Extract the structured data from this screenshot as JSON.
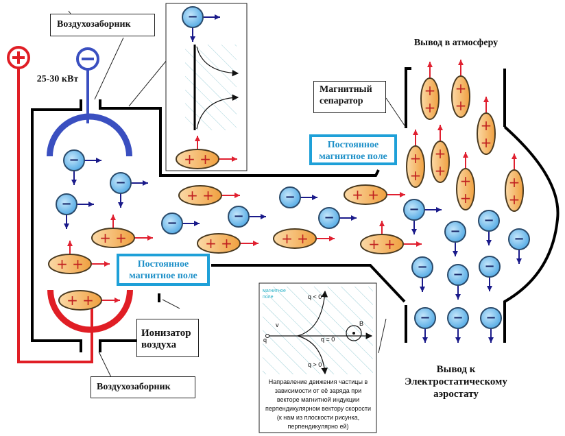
{
  "labels": {
    "air_intake_top": "Воздухозаборник",
    "air_intake_bottom": "Воздухозаборник",
    "power": "25-30 кВт",
    "plus_terminal": "+",
    "minus_terminal": "−",
    "magnetic_field_top": [
      "Постоянное",
      "магнитное поле"
    ],
    "magnetic_field_bottom": [
      "Постоянное",
      "магнитное поле"
    ],
    "magnetic_separator": [
      "Магнитный",
      "сепаратор"
    ],
    "ionizer": [
      "Ионизатор",
      "воздуха"
    ],
    "outlet_atmosphere": "Вывод в атмосферу",
    "outlet_balloon": [
      "Вывод к",
      "Электростатическому",
      "аэростату"
    ]
  },
  "inset_right": {
    "corner_text": [
      "магнитное",
      "поле"
    ],
    "v_label": "v",
    "q_label": "q",
    "b_label": "B",
    "q_neg": "q < 0",
    "q_zero": "q = 0",
    "q_pos": "q > 0",
    "caption": [
      "Направление движения частицы в",
      "зависимости от её заряда при",
      "векторе магнитной индукции",
      "перпендикулярном вектору скорости",
      "(к нам из плоскости рисунка,",
      "перпендикулярно ей)"
    ]
  },
  "particles": {
    "negative_sign": "−",
    "positive_sign": "+ +",
    "positive_vertical_sign": "+"
  },
  "colors": {
    "anode_red": "#e01e25",
    "cathode_blue": "#3a4fc0",
    "ion_negative_fill": "#7ec4ee",
    "ion_positive_fill": "#f5b060",
    "arrow_red": "#e02030",
    "arrow_navy": "#1a1a8a",
    "field_border": "#1ea0d8",
    "wall": "#000000"
  }
}
